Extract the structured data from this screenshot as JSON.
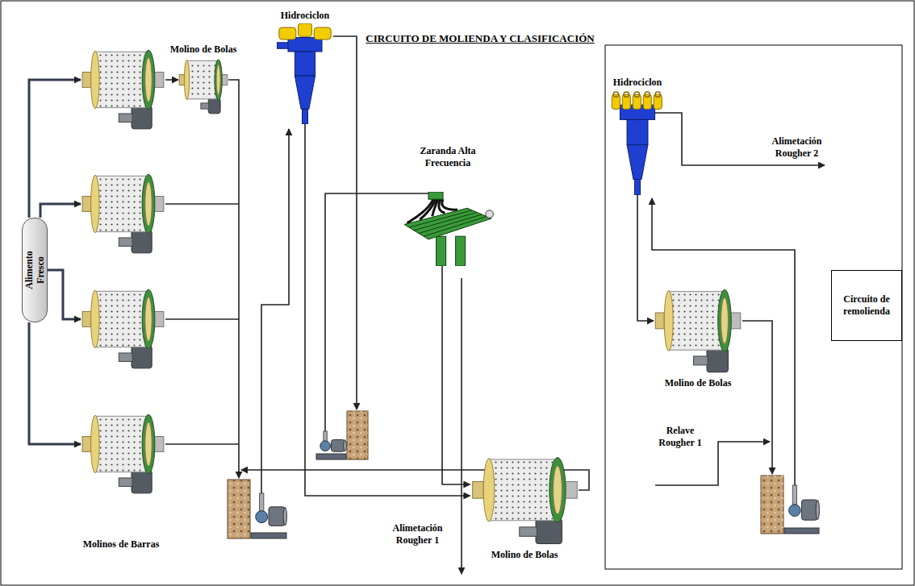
{
  "diagram": {
    "title": "CIRCUITO DE MOLIENDA Y CLASIFICACIÓN",
    "nodes": [
      {
        "text": [
          "Alimento Fresco"
        ]
      },
      {
        "text": [
          "Molino de Bolas"
        ]
      },
      {
        "text": [
          "Hidrociclon"
        ]
      },
      {
        "text": [
          "Zaranda Alta Frecuencia"
        ]
      },
      {
        "text": [
          "Molino de Bolas"
        ]
      },
      {
        "text": [
          "Hidrociclon"
        ]
      },
      {
        "text": [
          "Molino de Bolas"
        ]
      },
      {
        "text": [
          "Circuito de remolienda"
        ]
      }
    ],
    "edges": [
      {
        "from": 2,
        "to": 4,
        "arrow": "to"
      },
      {
        "from": 3,
        "to": 4,
        "arrow": "to"
      },
      {
        "from": 5,
        "to": 6,
        "arrow": "to"
      }
    ],
    "labels": [
      "Molinos de Barras",
      "Alimetación Rougher 1",
      "Alimetación Rougher 2",
      "Relave Rougher 1"
    ]
  }
}
